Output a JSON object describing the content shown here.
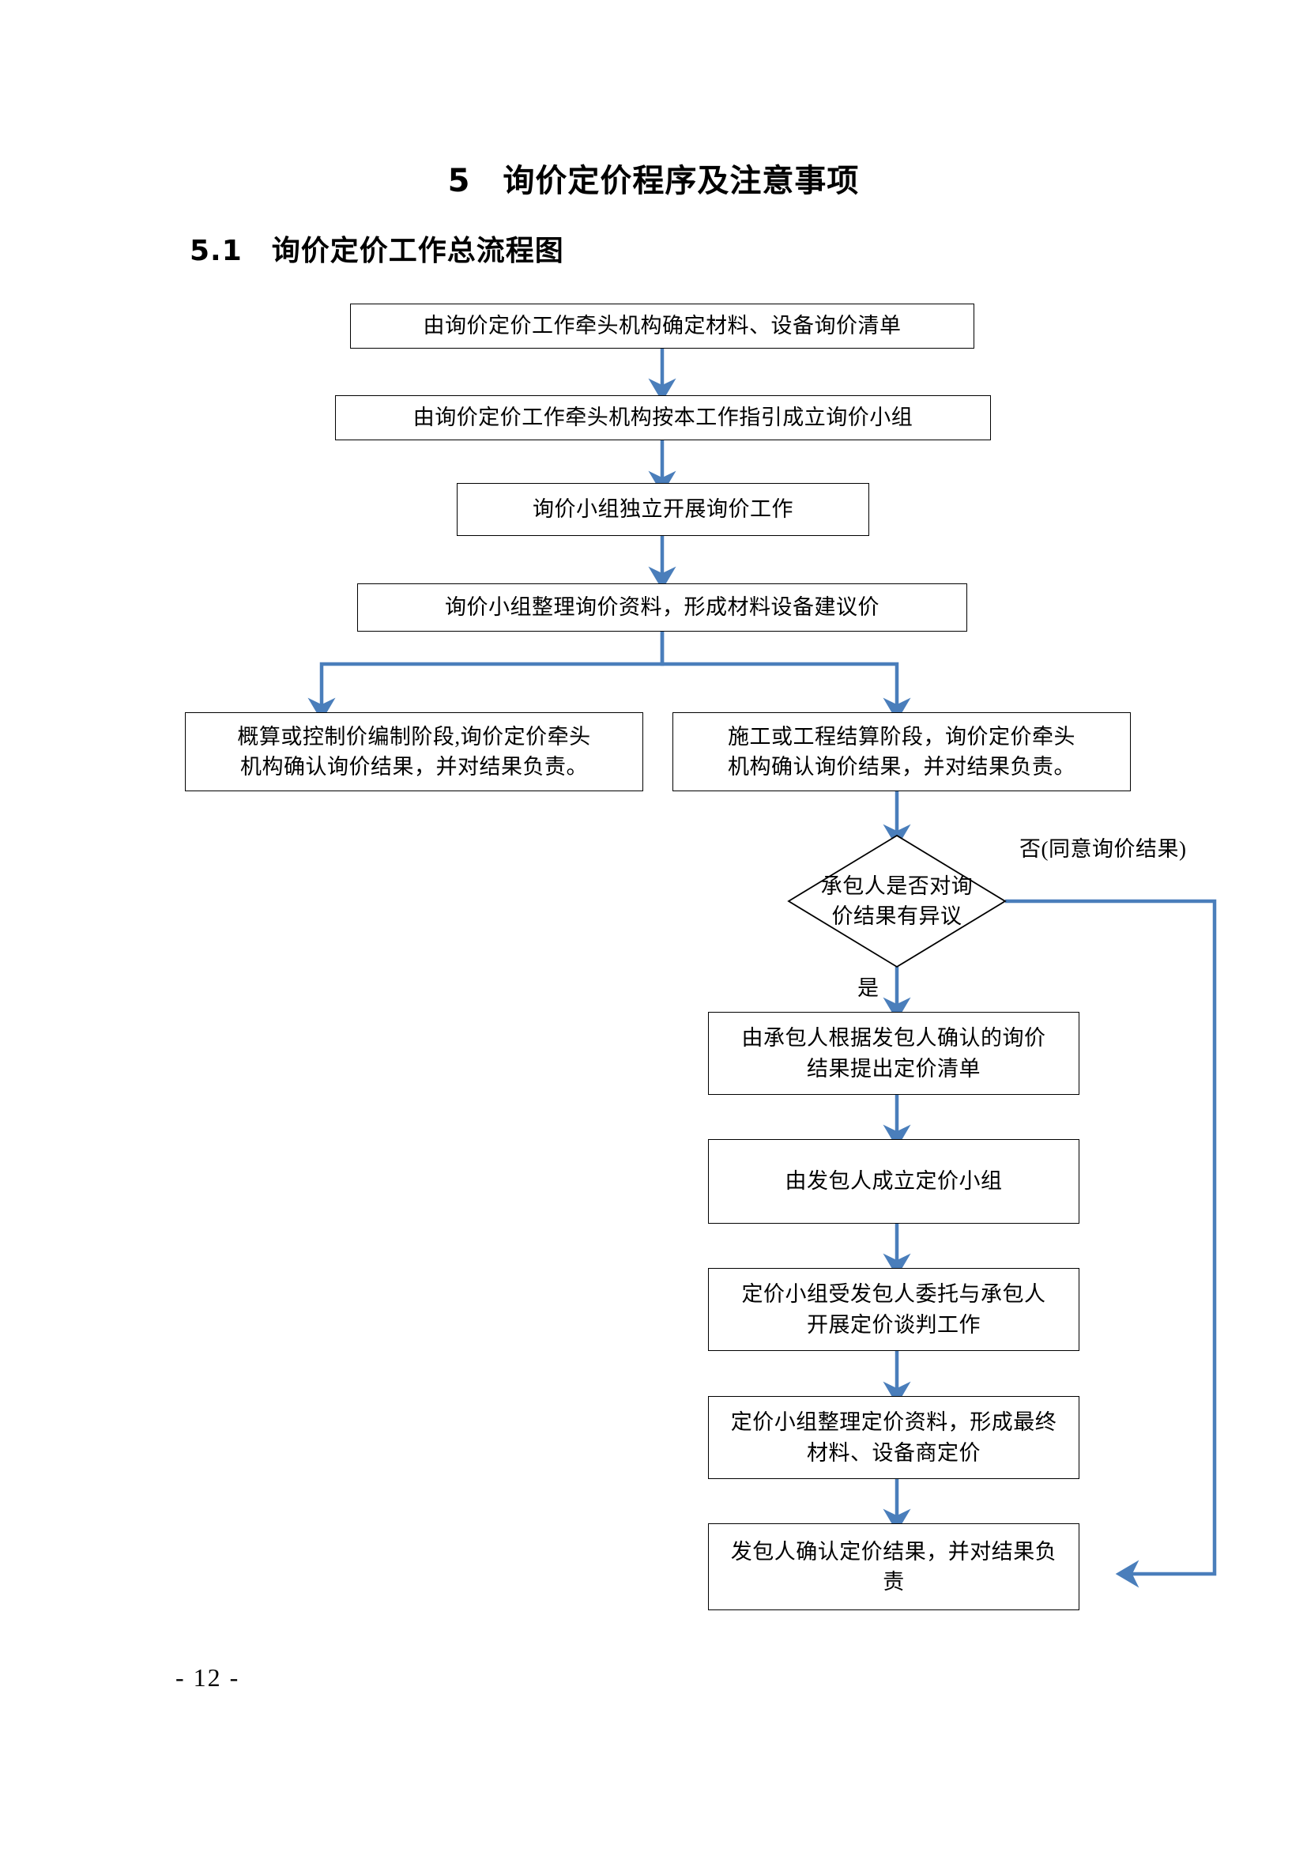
{
  "page": {
    "title": "5　询价定价程序及注意事项",
    "subtitle": "5.1　询价定价工作总流程图",
    "footer": "- 12 -",
    "connector_color": "#4a7ebb",
    "box_border_color": "#000000",
    "background": "#ffffff"
  },
  "flowchart": {
    "type": "flowchart",
    "nodes": [
      {
        "id": "n1",
        "shape": "rect",
        "text": "由询价定价工作牵头机构确定材料、设备询价清单"
      },
      {
        "id": "n2",
        "shape": "rect",
        "text": "由询价定价工作牵头机构按本工作指引成立询价小组"
      },
      {
        "id": "n3",
        "shape": "rect",
        "text": "询价小组独立开展询价工作"
      },
      {
        "id": "n4",
        "shape": "rect",
        "text": "询价小组整理询价资料，形成材料设备建议价"
      },
      {
        "id": "n5",
        "shape": "rect",
        "text": "概算或控制价编制阶段,询价定价牵头\n机构确认询价结果，并对结果负责。"
      },
      {
        "id": "n6",
        "shape": "rect",
        "text": "施工或工程结算阶段，询价定价牵头\n机构确认询价结果，并对结果负责。"
      },
      {
        "id": "n7",
        "shape": "diamond",
        "text": "承包人是否对询\n价结果有异议"
      },
      {
        "id": "n8",
        "shape": "rect",
        "text": "由承包人根据发包人确认的询价\n结果提出定价清单"
      },
      {
        "id": "n9",
        "shape": "rect",
        "text": "由发包人成立定价小组"
      },
      {
        "id": "n10",
        "shape": "rect",
        "text": "定价小组受发包人委托与承包人\n开展定价谈判工作"
      },
      {
        "id": "n11",
        "shape": "rect",
        "text": "定价小组整理定价资料，形成最终\n材料、设备商定价"
      },
      {
        "id": "n12",
        "shape": "rect",
        "text": "发包人确认定价结果，并对结果负\n责"
      }
    ],
    "edges": [
      {
        "from": "n1",
        "to": "n2",
        "label": ""
      },
      {
        "from": "n2",
        "to": "n3",
        "label": ""
      },
      {
        "from": "n3",
        "to": "n4",
        "label": ""
      },
      {
        "from": "n4",
        "to": "n5",
        "label": ""
      },
      {
        "from": "n4",
        "to": "n6",
        "label": ""
      },
      {
        "from": "n6",
        "to": "n7",
        "label": ""
      },
      {
        "from": "n7",
        "to": "n8",
        "label": "是"
      },
      {
        "from": "n7",
        "to": "n12",
        "label": "否(同意询价结果)"
      },
      {
        "from": "n8",
        "to": "n9",
        "label": ""
      },
      {
        "from": "n9",
        "to": "n10",
        "label": ""
      },
      {
        "from": "n10",
        "to": "n11",
        "label": ""
      },
      {
        "from": "n11",
        "to": "n12",
        "label": ""
      }
    ],
    "labels": {
      "no_branch": "否(同意询价结果)",
      "yes_branch": "是"
    }
  }
}
